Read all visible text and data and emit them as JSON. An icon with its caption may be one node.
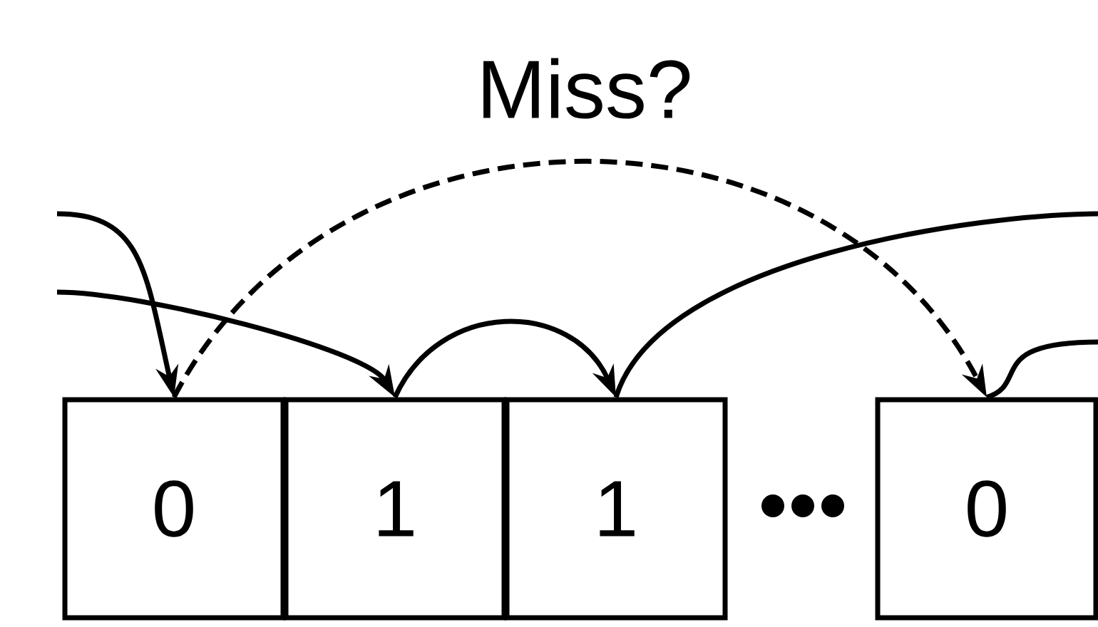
{
  "diagram": {
    "nodes": [
      {
        "text": [
          "0"
        ]
      },
      {
        "text": [
          "1"
        ]
      },
      {
        "text": [
          "1"
        ]
      },
      {
        "text": [
          "0"
        ]
      }
    ],
    "edges": [
      {
        "from": null,
        "to": 1,
        "arrow": "to"
      },
      {
        "from": null,
        "to": 0,
        "arrow": "to"
      },
      {
        "from": 1,
        "to": 2,
        "arrow": "to"
      },
      {
        "from": 0,
        "to": 3,
        "arrow": "to",
        "style": "dashed",
        "label": "Miss?"
      },
      {
        "from": 2,
        "to": null,
        "arrow": "none"
      },
      {
        "from": 3,
        "to": null,
        "arrow": "none"
      }
    ]
  }
}
